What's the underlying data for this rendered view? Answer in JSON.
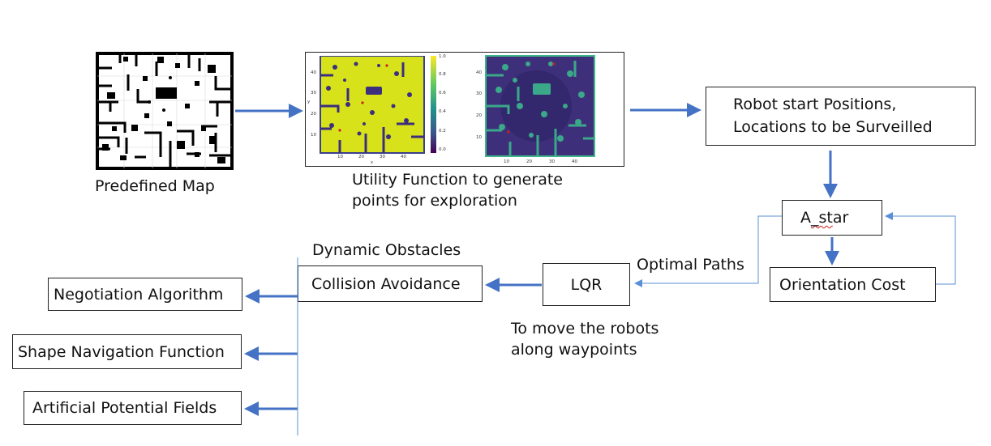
{
  "colors": {
    "arrow": "#4472c4",
    "connector": "#5b8fd6",
    "box_border": "#222222"
  },
  "map_caption": "Predefined Map",
  "utility": {
    "caption_line1": "Utility Function to generate",
    "caption_line2": "points for exploration",
    "left_plot": {
      "y_ticks": [
        "40",
        "30",
        "20",
        "10"
      ],
      "x_ticks": [
        "10",
        "20",
        "30",
        "40"
      ],
      "y_axis_letter": "y",
      "x_axis_letter": "x",
      "colorbar_ticks": [
        "1.0",
        "0.8",
        "0.6",
        "0.4",
        "0.2",
        "0.0"
      ]
    },
    "right_plot": {
      "y_ticks": [
        "40",
        "30",
        "20",
        "10"
      ],
      "x_ticks": [
        "10",
        "20",
        "30",
        "40"
      ]
    }
  },
  "robot_start": {
    "line1": "Robot start Positions,",
    "line2": "Locations to be Surveilled"
  },
  "astar": {
    "prefix": "A",
    "underlined": "_st",
    "suffix": "ar"
  },
  "orientation_cost": "Orientation Cost",
  "optimal_paths": "Optimal Paths",
  "lqr": "LQR",
  "lqr_note": {
    "line1": "To move the robots",
    "line2": "along waypoints"
  },
  "collision_avoidance": "Collision Avoidance",
  "dynamic_obstacles": "Dynamic Obstacles",
  "methods": [
    "Negotiation Algorithm",
    "Shape Navigation Function",
    "Artificial Potential Fields"
  ]
}
